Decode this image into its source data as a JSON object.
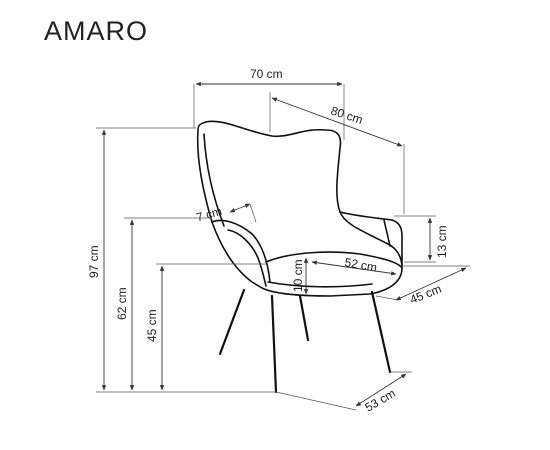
{
  "title": "AMARO",
  "dimensions": {
    "width_top": "70 cm",
    "depth_top": "80 cm",
    "armrest_thickness": "7 cm",
    "armrest_height": "13 cm",
    "total_height": "97 cm",
    "armrest_floor_height": "62 cm",
    "seat_height": "45 cm",
    "seat_width": "52 cm",
    "cushion_thickness": "10 cm",
    "seat_depth": "45 cm",
    "base_depth": "53 cm"
  },
  "colors": {
    "line": "#111111",
    "dimension": "#333333",
    "background": "#ffffff"
  }
}
